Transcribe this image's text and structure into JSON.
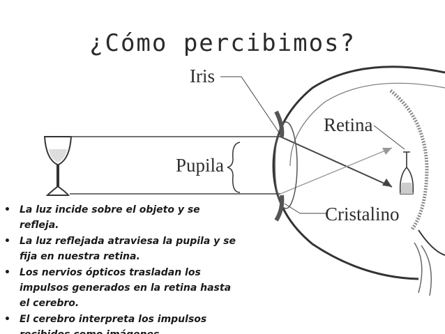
{
  "slide": {
    "title": "¿Cómo percibimos?",
    "labels": {
      "iris": "Iris",
      "retina": "Retina",
      "pupila": "Pupila",
      "cristalino": "Cristalino"
    },
    "bullets": [
      "La luz incide sobre el objeto y se refleja.",
      "La luz reflejada atraviesa la pupila y se fija en nuestra retina.",
      "Los nervios ópticos trasladan los impulsos generados en la retina hasta el cerebro.",
      "El cerebro interpreta los impulsos recibidos como imágenes."
    ],
    "bullet_glyph": "•"
  }
}
